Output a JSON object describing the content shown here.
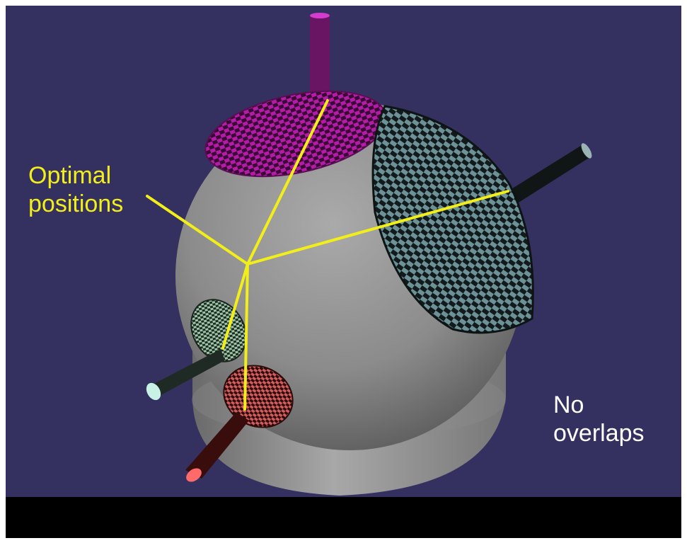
{
  "annotations": {
    "optimal_line1": "Optimal",
    "optimal_line2": "positions",
    "overlaps_line1": "No",
    "overlaps_line2": "overlaps"
  },
  "colors": {
    "background": "#34305f",
    "bottom_bar": "#000000",
    "optimal_text": "#f2ee1a",
    "overlaps_text": "#ffffff",
    "sphere": "#8e8e8e",
    "magenta_cap": "#c01fb4",
    "teal_cap": "#6f9296",
    "green_cap": "#9dc8a9",
    "red_cap": "#d86060"
  }
}
